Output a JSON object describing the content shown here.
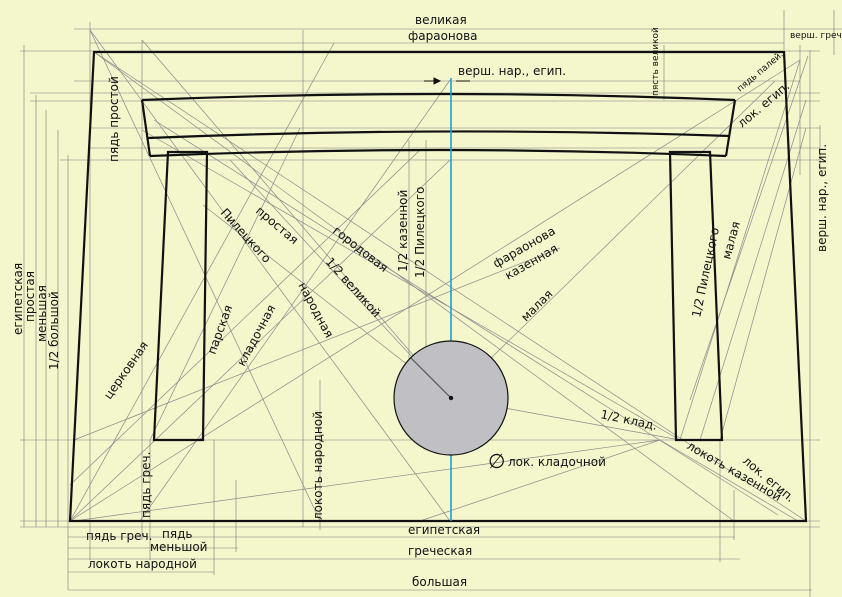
{
  "colors": {
    "background": "#f4f6cc",
    "frame": "#111111",
    "construction_line": "#8a8a8a",
    "axis": "#1a9fd6",
    "circle_fill": "#c0bfc4"
  },
  "labels": {
    "velikaya": "великая",
    "faraonova_top": "фараонова",
    "versh_grech": "верш. греч.",
    "versh_nar_egip_top": "верш. нар., егип.",
    "pyast_velikoy": "пясть великой",
    "pyad_paleya": "пядь палей.",
    "lok_egip": "лок. егип.",
    "pyad_prostoy": "пядь простой",
    "egipetskaya_left": "египетская",
    "prostaya_left": "простая",
    "menshaya_left": "меньшая",
    "half_bolshoy": "1/2 большой",
    "tserkovnaya": "церковная",
    "piletskogo_left": "Пилецкого",
    "prostaya_diag": "простая",
    "parskaya": "парская",
    "kladochnaya": "кладочная",
    "narodnaya": "народная",
    "gorodovaya": "городовая",
    "half_velikoy": "1/2 великой",
    "half_kazennoy": "1/2 казенной",
    "half_piletskogo_center": "1/2 Пилецкого",
    "faraonova_diag": "фараонова",
    "kazennaya": "казенная",
    "malaya_center": "малая",
    "half_piletskogo_right": "1/2 Пилецкого",
    "malaya_right": "малая",
    "versh_nar_egip_right": "верш. нар., егип.",
    "half_klad": "1/2 клад.",
    "lok_egip_right": "лок. егип.",
    "lokot_kazennoy": "локоть казенной",
    "lok_kladochnoy": "лок. кладочной",
    "diameter_sign": "∅",
    "lokot_narodnoy_vert": "локоть народной",
    "pyad_grech_vert": "пядь греч.",
    "egipetskaya_bottom": "египетская",
    "pyad_grech_bottom": "пядь греч.",
    "pyad": "пядь",
    "menshoy": "меньшой",
    "grecheskaya": "греческая",
    "lokot_narodnoy_bottom": "локоть народной",
    "bolshaya": "большая"
  }
}
